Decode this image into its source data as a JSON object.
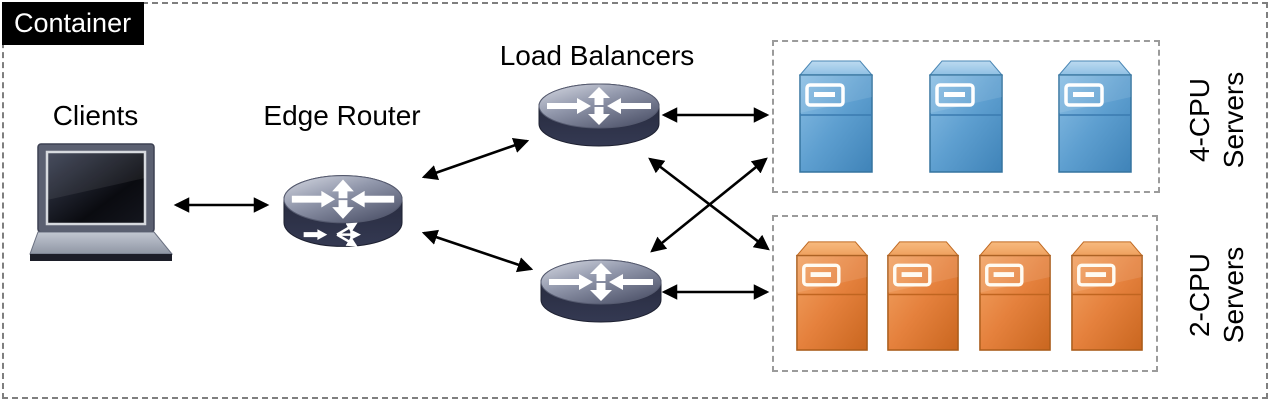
{
  "container": {
    "label": "Container"
  },
  "nodes": {
    "clients": {
      "label": "Clients",
      "icon": "laptop-icon"
    },
    "edge_router": {
      "label": "Edge Router",
      "icon": "router-icon"
    },
    "load_balancers": {
      "label": "Load Balancers",
      "count": 2,
      "icon": "router-icon"
    },
    "cpu4_group": {
      "label_line1": "4-CPU",
      "label_line2": "Servers",
      "server_count": 3,
      "server_color": "#5e9fd0"
    },
    "cpu2_group": {
      "label_line1": "2-CPU",
      "label_line2": "Servers",
      "server_count": 4,
      "server_color": "#e5813d"
    }
  },
  "connections": [
    {
      "from": "clients",
      "to": "edge-router",
      "bidirectional": true
    },
    {
      "from": "edge-router",
      "to": "load-balancer-1",
      "bidirectional": true
    },
    {
      "from": "edge-router",
      "to": "load-balancer-2",
      "bidirectional": true
    },
    {
      "from": "load-balancer-1",
      "to": "4-cpu-servers",
      "bidirectional": true
    },
    {
      "from": "load-balancer-1",
      "to": "2-cpu-servers",
      "bidirectional": true
    },
    {
      "from": "load-balancer-2",
      "to": "4-cpu-servers",
      "bidirectional": true
    },
    {
      "from": "load-balancer-2",
      "to": "2-cpu-servers",
      "bidirectional": true
    }
  ],
  "colors": {
    "arrow": "#000000",
    "outer_dash": "#7f7f7f",
    "group_dash": "#9b9b9b",
    "container_label_bg": "#000000",
    "container_label_text": "#ffffff",
    "router_body": "#2b2f44",
    "blue_server": "#5e9fd0",
    "orange_server": "#e5813d"
  }
}
